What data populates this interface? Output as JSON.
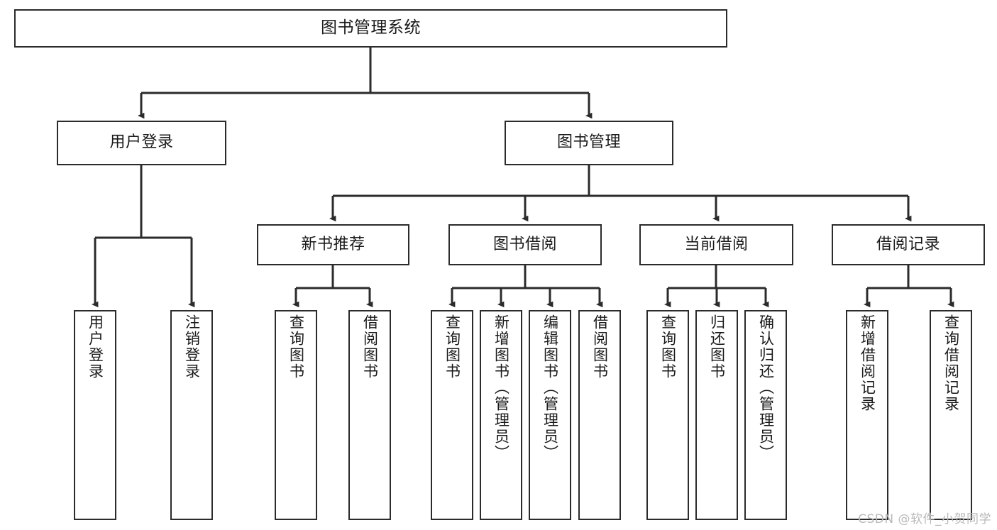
{
  "diagram": {
    "title": "图书管理系统",
    "type": "tree-hierarchy-chart",
    "watermark": "CSDN @软件_小贺同学",
    "colors": {
      "stroke": "#2b2b2b",
      "fill": "#ffffff",
      "text": "#1a1a1a",
      "watermark": "#b9b9b9"
    },
    "nodes": {
      "root": {
        "label": "图书管理系统"
      },
      "level1": [
        {
          "id": "user-login",
          "label": "用户登录"
        },
        {
          "id": "book-management",
          "label": "图书管理"
        }
      ],
      "level2": [
        {
          "id": "new-book-recommend",
          "label": "新书推荐",
          "parent": "book-management"
        },
        {
          "id": "book-borrow",
          "label": "图书借阅",
          "parent": "book-management"
        },
        {
          "id": "current-borrow",
          "label": "当前借阅",
          "parent": "book-management"
        },
        {
          "id": "borrow-record",
          "label": "借阅记录",
          "parent": "book-management"
        }
      ],
      "leaves": [
        {
          "id": "leaf-user-login",
          "label": "用户登录",
          "parent": "user-login"
        },
        {
          "id": "leaf-logout-login",
          "label": "注销登录",
          "parent": "user-login"
        },
        {
          "id": "leaf-query-book-1",
          "label": "查询图书",
          "parent": "new-book-recommend"
        },
        {
          "id": "leaf-borrow-book-1",
          "label": "借阅图书",
          "parent": "new-book-recommend"
        },
        {
          "id": "leaf-query-book-2",
          "label": "查询图书",
          "parent": "book-borrow"
        },
        {
          "id": "leaf-add-book",
          "label": "新增图书（管理员）",
          "parent": "book-borrow"
        },
        {
          "id": "leaf-edit-book",
          "label": "编辑图书（管理员）",
          "parent": "book-borrow"
        },
        {
          "id": "leaf-borrow-book-2",
          "label": "借阅图书",
          "parent": "book-borrow"
        },
        {
          "id": "leaf-query-book-3",
          "label": "查询图书",
          "parent": "current-borrow"
        },
        {
          "id": "leaf-return-book",
          "label": "归还图书",
          "parent": "current-borrow"
        },
        {
          "id": "leaf-confirm-return",
          "label": "确认归还（管理员）",
          "parent": "current-borrow"
        },
        {
          "id": "leaf-add-record",
          "label": "新增借阅记录",
          "parent": "borrow-record"
        },
        {
          "id": "leaf-query-record",
          "label": "查询借阅记录",
          "parent": "borrow-record"
        }
      ]
    }
  }
}
